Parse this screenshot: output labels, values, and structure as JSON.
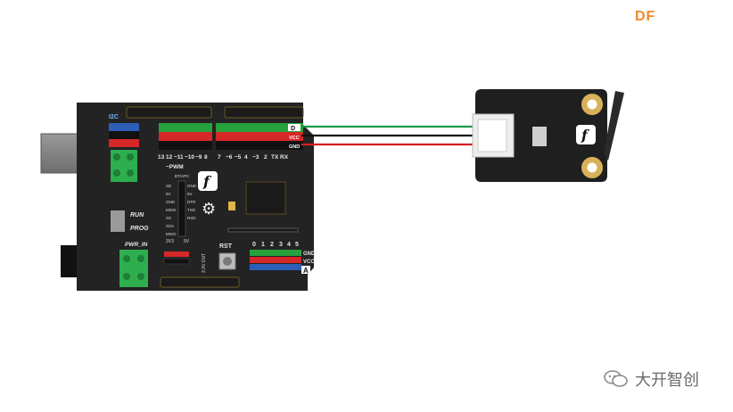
{
  "brand": {
    "logo_text": "DF",
    "logo_color": "#f08a2c"
  },
  "watermark": {
    "text": "大开智创",
    "icon": "wechat-icon"
  },
  "board": {
    "i2c_label": "I2C",
    "digital_pins_top": [
      "13",
      "12",
      "~11",
      "~10",
      "~9",
      "8",
      "7",
      "~6",
      "~5",
      "4",
      "~3",
      "2",
      "TX",
      "RX"
    ],
    "pwm_label": "~PWM",
    "run_label": "RUN",
    "prog_label": "PROG",
    "pwr_in_label": "PWR_IN",
    "rst_label": "RST",
    "analog_pins": [
      "0",
      "1",
      "2",
      "3",
      "4",
      "5"
    ],
    "gnd_label": "GND",
    "vcc_label": "VCC",
    "analog_letter": "A",
    "digital_letter": "D",
    "wire_labels": [
      "D",
      "VCC",
      "GND"
    ],
    "icsp_labels": [
      "SD",
      "5V",
      "GND",
      "MOSI",
      "SS",
      "SCK",
      "MISO"
    ],
    "bt_label": "BT/APC",
    "bt_pins": [
      "GND",
      "5V",
      "DTR",
      "TXD",
      "RXD"
    ],
    "power_labels": [
      "3V3",
      "5V"
    ],
    "reset_out_label": "3.3V OUT"
  },
  "wires": {
    "signal_color": "#1a9a4a",
    "vcc_color": "#d42020",
    "gnd_color": "#111111"
  },
  "sensor": {
    "label": "f"
  }
}
